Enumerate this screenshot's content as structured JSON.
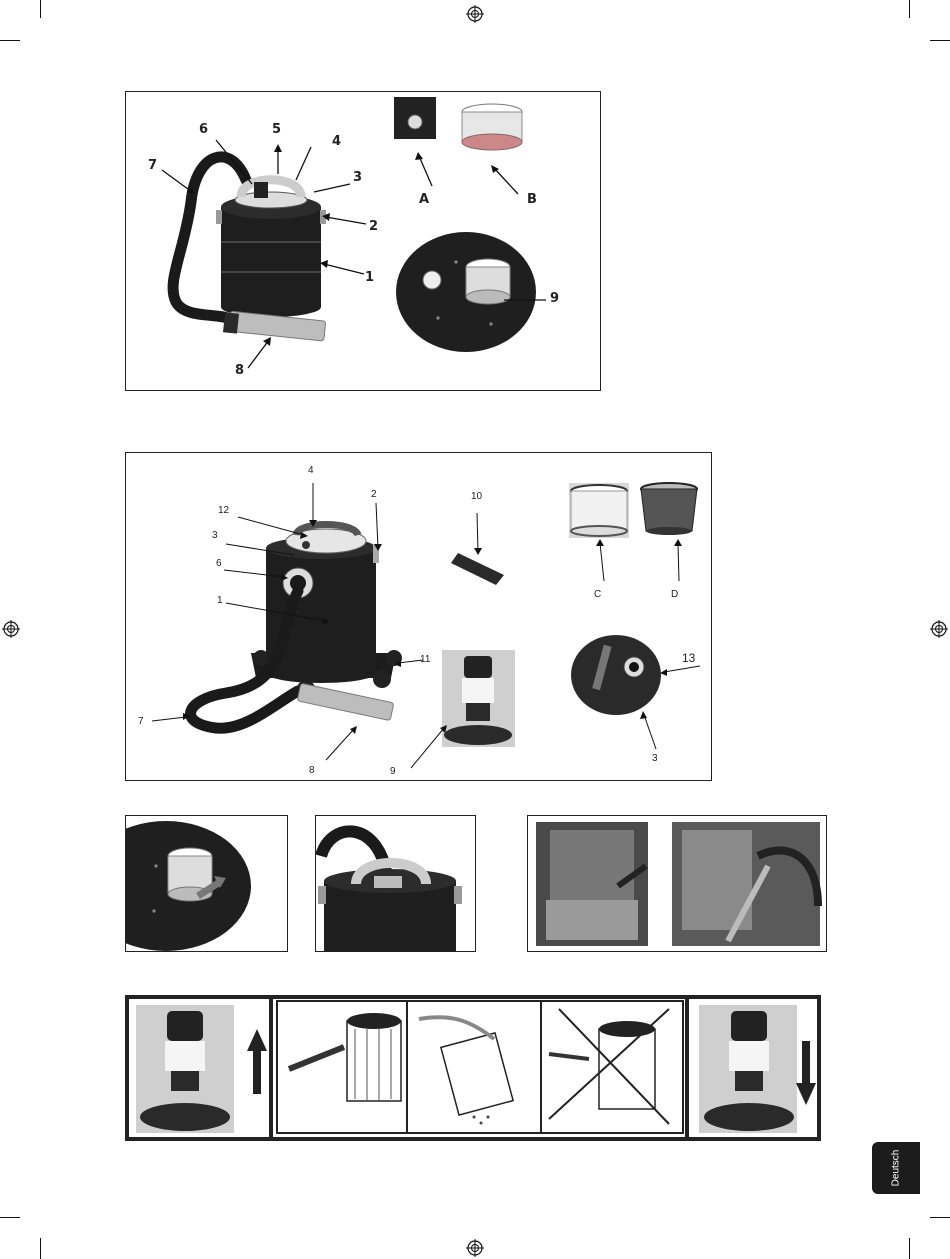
{
  "figure1": {
    "labels": {
      "l1": "1",
      "l2": "2",
      "l3": "3",
      "l4": "4",
      "l5": "5",
      "l6": "6",
      "l7": "7",
      "l8": "8",
      "l9": "9",
      "la": "A",
      "lb": "B"
    }
  },
  "figure2": {
    "labels": {
      "l1": "1",
      "l2": "2",
      "l3a": "3",
      "l3b": "3",
      "l4": "4",
      "l6": "6",
      "l7": "7",
      "l8": "8",
      "l9": "9",
      "l10": "10",
      "l11": "11",
      "l12": "12",
      "l13": "13",
      "lc": "C",
      "ld": "D"
    }
  },
  "side_tab": {
    "label": "Deutsch"
  }
}
